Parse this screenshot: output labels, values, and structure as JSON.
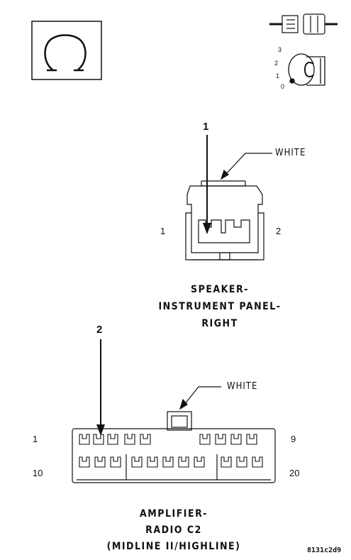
{
  "symbols": {
    "omega_box": "omega-symbol-icon",
    "connector": "connector-pair-icon",
    "ignition": "ignition-key-icon",
    "ignition_positions": [
      "3",
      "2",
      "1",
      "0"
    ]
  },
  "speaker_connector": {
    "callout": "1",
    "wire_color": "WHITE",
    "pin_left": "1",
    "pin_right": "2",
    "caption_line1": "SPEAKER-",
    "caption_line2": "INSTRUMENT PANEL-",
    "caption_line3": "RIGHT"
  },
  "amplifier_connector": {
    "callout": "2",
    "wire_color": "WHITE",
    "pin_top_left": "1",
    "pin_top_right": "9",
    "pin_bottom_left": "10",
    "pin_bottom_right": "20",
    "caption_line1": "AMPLIFIER-",
    "caption_line2": "RADIO C2",
    "caption_line3": "(MIDLINE II/HIGHLINE)"
  },
  "figure_code": "8131c2d9"
}
